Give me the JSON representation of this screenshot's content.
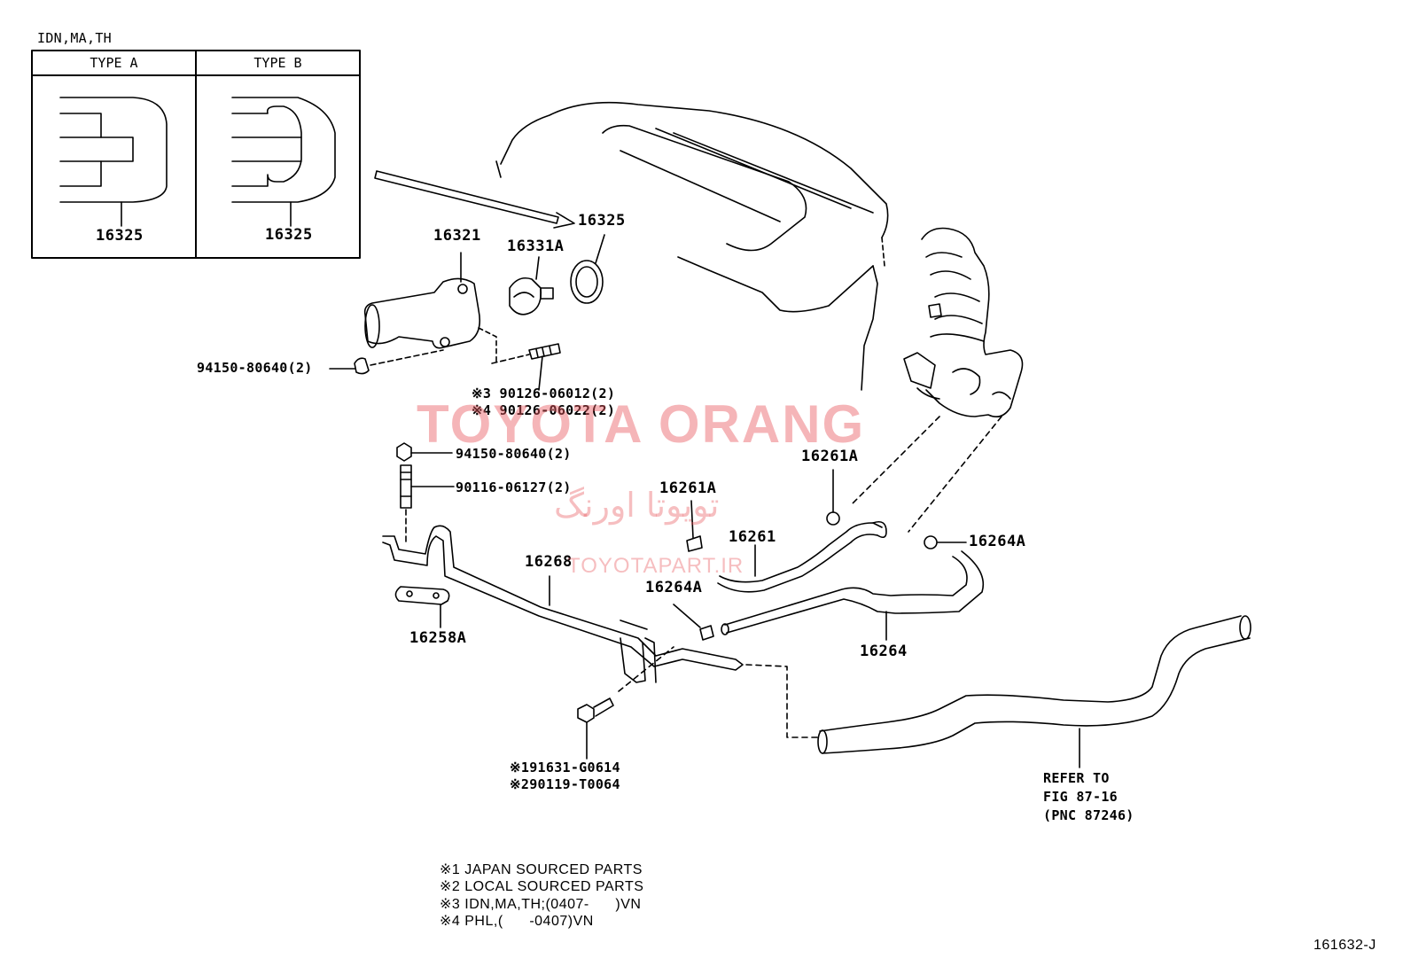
{
  "inset": {
    "region_label": "IDN,MA,TH",
    "types": [
      {
        "header": "TYPE A",
        "part": "16325"
      },
      {
        "header": "TYPE B",
        "part": "16325"
      }
    ]
  },
  "parts": {
    "p16325": "16325",
    "p16321": "16321",
    "p16331A": "16331A",
    "bolt_94150_top": "94150-80640(2)",
    "stud_note3": "※3 90126-06012(2)",
    "stud_note4": "※4 90126-06022(2)",
    "nut_94150_mid": "94150-80640(2)",
    "stud_90116": "90116-06127(2)",
    "clamp_16261A_right": "16261A",
    "clamp_16261A_left": "16261A",
    "hose_16261": "16261",
    "clamp_16264A_right": "16264A",
    "pipe_16268": "16268",
    "clamp_16264A_left": "16264A",
    "gasket_16258A": "16258A",
    "hose_16264": "16264",
    "bolt_note1": "※191631-G0614",
    "bolt_note2": "※290119-T0064",
    "refer_line1": "REFER TO",
    "refer_line2": "FIG 87-16",
    "refer_line3": "(PNC 87246)"
  },
  "notes": [
    "※1 JAPAN SOURCED PARTS",
    "※2 LOCAL SOURCED PARTS",
    "※3 IDN,MA,TH;(0407-      )VN",
    "※4 PHL,(      -0407)VN"
  ],
  "watermark": {
    "brand": "TOYOTA ORANG",
    "persian": "تویوتا اورنگ",
    "url": "TOYOTAPART.IR"
  },
  "figure_id": "161632-J"
}
